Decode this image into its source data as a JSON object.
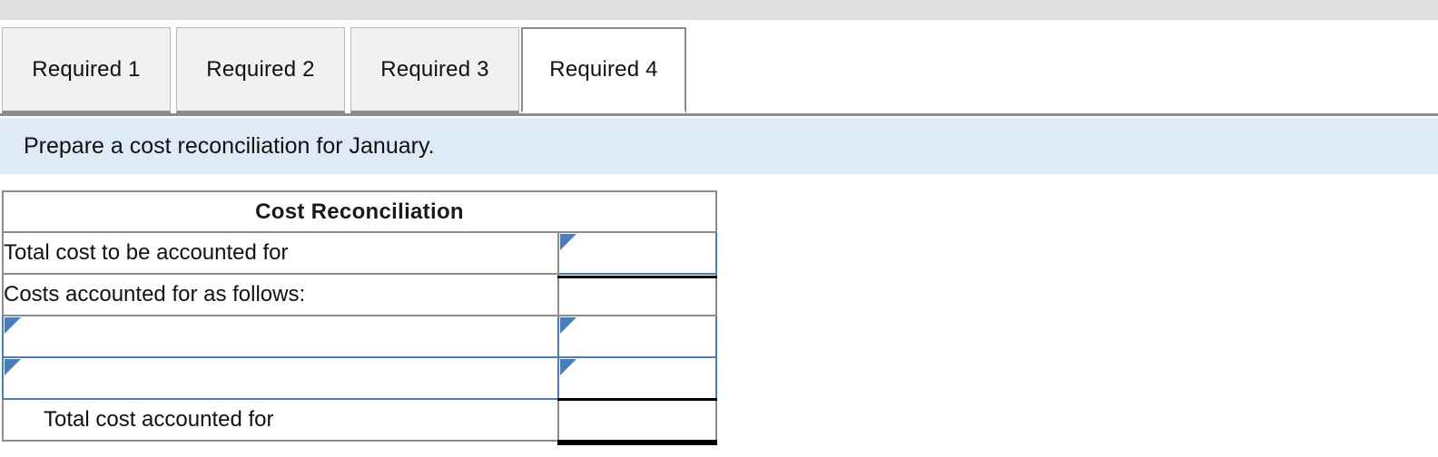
{
  "window": {
    "top_bar_color": "#dfdfdf"
  },
  "tabs": {
    "items": [
      {
        "label": "Required 1",
        "active": false
      },
      {
        "label": "Required 2",
        "active": false
      },
      {
        "label": "Required 3",
        "active": false
      },
      {
        "label": "Required 4",
        "active": true
      }
    ]
  },
  "instruction": {
    "text": "Prepare a cost reconciliation for January.",
    "background_color": "#deeaf6"
  },
  "worksheet": {
    "title": "Cost Reconciliation",
    "title_background_color": "#86abe3",
    "dropdown_border_color": "#4a7ebb",
    "columns": [
      {
        "name": "label",
        "header": ""
      },
      {
        "name": "value",
        "header": ""
      }
    ],
    "rows": [
      {
        "label": "Total cost to be accounted for",
        "label_type": "text",
        "label_indent": false,
        "value": "",
        "value_type": "dropdown-input",
        "value_underline": "single"
      },
      {
        "label": "Costs accounted for as follows:",
        "label_type": "text",
        "label_indent": false,
        "value": "",
        "value_type": "blank",
        "value_underline": "none"
      },
      {
        "label": "",
        "label_type": "dropdown-input",
        "label_indent": false,
        "value": "",
        "value_type": "dropdown-input",
        "value_underline": "none"
      },
      {
        "label": "",
        "label_type": "dropdown-input",
        "label_indent": false,
        "value": "",
        "value_type": "dropdown-input",
        "value_underline": "none"
      },
      {
        "label": "Total cost accounted for",
        "label_type": "text",
        "label_indent": true,
        "value": "",
        "value_type": "total",
        "value_underline": "double"
      }
    ]
  }
}
